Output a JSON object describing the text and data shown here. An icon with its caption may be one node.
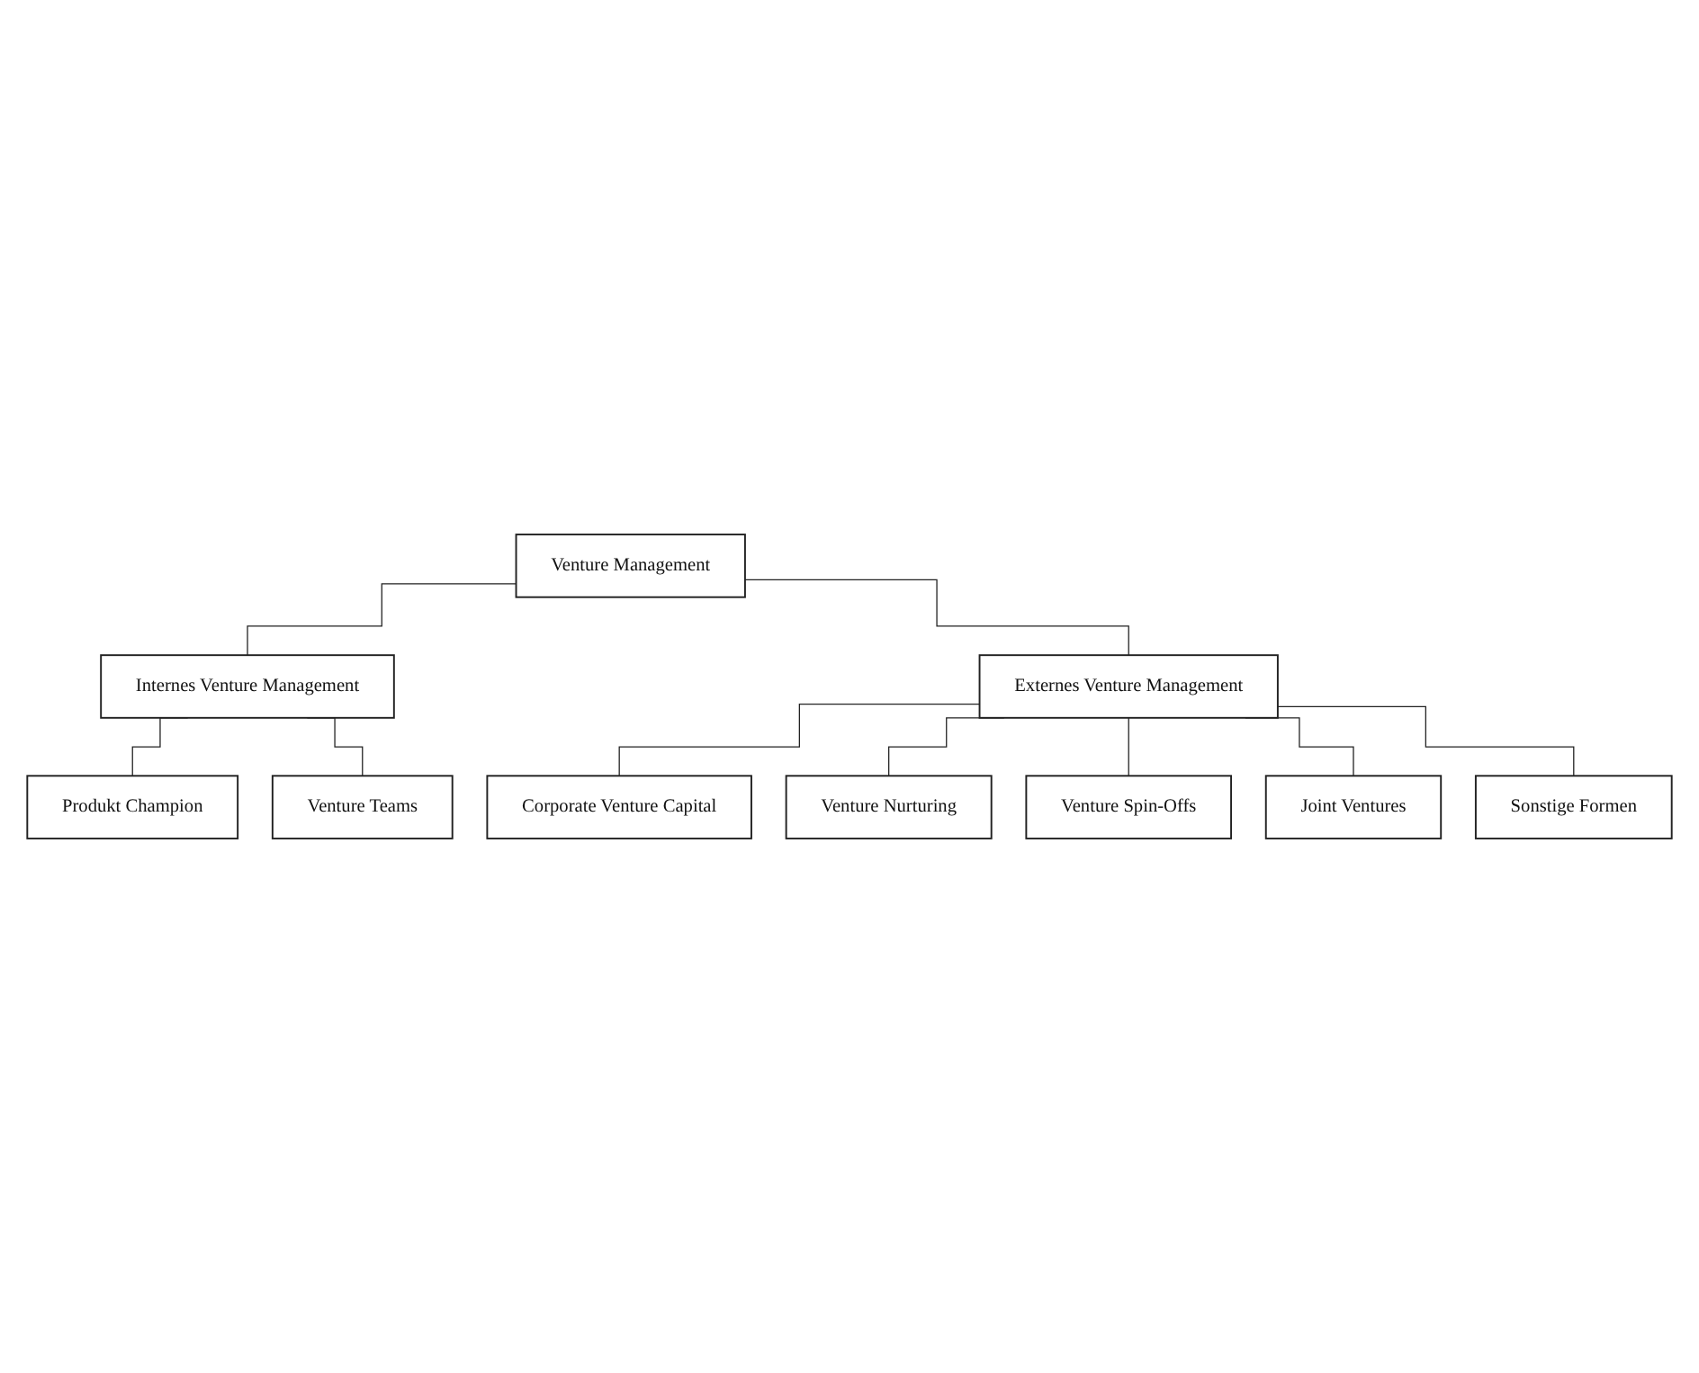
{
  "diagram": {
    "nodes": [
      {
        "text": [
          "Venture Management"
        ]
      },
      {
        "text": [
          "Internes Venture Management"
        ]
      },
      {
        "text": [
          "Produkt Champion"
        ]
      },
      {
        "text": [
          "Venture Teams"
        ]
      },
      {
        "text": [
          "Externes Venture Management"
        ]
      },
      {
        "text": [
          "Corporate Venture Capital"
        ]
      },
      {
        "text": [
          "Venture Nurturing"
        ]
      },
      {
        "text": [
          "Venture Spin-Offs"
        ]
      },
      {
        "text": [
          "Joint Ventures"
        ]
      },
      {
        "text": [
          "Sonstige Formen"
        ]
      }
    ],
    "edges": [
      {
        "from": 0,
        "to": 1,
        "arrow": "none"
      },
      {
        "from": 0,
        "to": 4,
        "arrow": "none"
      },
      {
        "from": 1,
        "to": 2,
        "arrow": "none"
      },
      {
        "from": 1,
        "to": 3,
        "arrow": "none"
      },
      {
        "from": 4,
        "to": 5,
        "arrow": "none"
      },
      {
        "from": 4,
        "to": 6,
        "arrow": "none"
      },
      {
        "from": 4,
        "to": 7,
        "arrow": "none"
      },
      {
        "from": 4,
        "to": 8,
        "arrow": "none"
      },
      {
        "from": 4,
        "to": 9,
        "arrow": "none"
      }
    ]
  }
}
